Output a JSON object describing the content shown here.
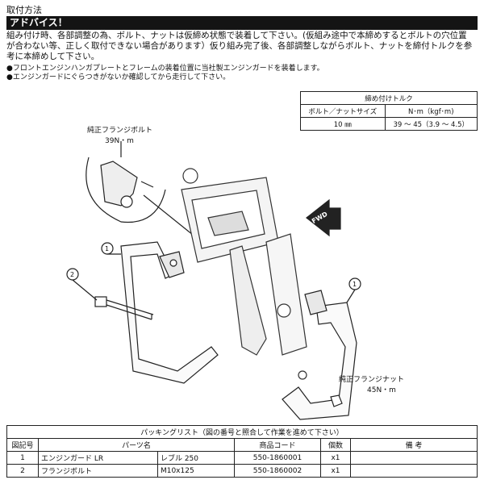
{
  "page_title": "取付方法",
  "advice": {
    "heading": "アドバイス！",
    "body_line1": "組み付け時、各部調整の為、ボルト、ナットは仮締め状態で装着して下さい。(仮組み途中で本締めするとボルトの穴位置",
    "body_line2": "が合わない等、正しく取付できない場合があります）仮り組み完了後、各部調整しながらボルト、ナットを締付トルクを参",
    "body_line3": "考に本締めして下さい。"
  },
  "notes": [
    "●フロントエンジンハンガプレートとフレームの装着位置に当社製エンジンガードを装着します。",
    "●エンジンガードにぐらつきがないか確認してから走行して下さい。"
  ],
  "torque_table": {
    "title": "締め付けトルク",
    "col1_header": "ボルト／ナットサイズ",
    "col2_header": "N･m（kgf･m)",
    "size": "10 ㎜",
    "torque": "39 ～ 45（3.9 ～ 4.5）"
  },
  "diagram": {
    "bolt_label": "純正フランジボルト",
    "bolt_torque": "39N・m",
    "nut_label": "純正フランジナット",
    "nut_torque": "45N・m",
    "fwd_label": "FWD",
    "callout_1": "1",
    "callout_2": "2",
    "callout_3": "1"
  },
  "parts_list": {
    "title": "パッキングリスト（図の番号と照合して作業を進めて下さい）",
    "headers": [
      "図記号",
      "パーツ名",
      "商品コード",
      "個数",
      "備 考"
    ],
    "rows": [
      {
        "no": "1",
        "name": "エンジンガード LR",
        "spec": "レブル 250",
        "code": "550-1860001",
        "qty": "x1",
        "note": ""
      },
      {
        "no": "2",
        "name": "フランジボルト",
        "spec": "M10x125",
        "code": "550-1860002",
        "qty": "x1",
        "note": ""
      }
    ]
  }
}
